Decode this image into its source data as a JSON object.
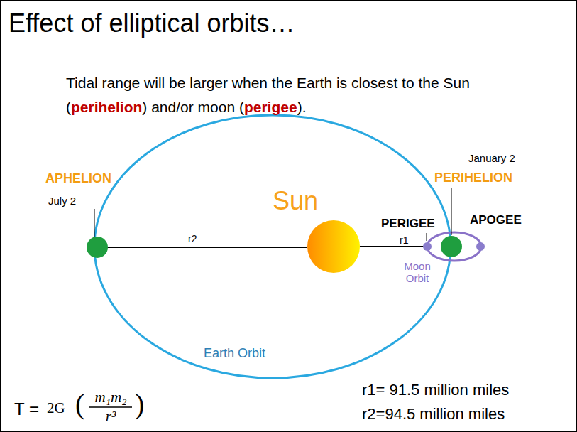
{
  "diagram": {
    "title": "Effect of elliptical orbits…",
    "labels": [
      "Tidal range will be larger when the Earth is closest to the Sun (",
      "perihelion",
      ") and/or moon (",
      "perigee",
      ").",
      "APHELION",
      "July 2",
      "Sun",
      "r2",
      "January 2",
      "PERIHELION",
      "PERIGEE",
      "APOGEE",
      "r1",
      "Moon Orbit",
      "Earth Orbit",
      "T =",
      "2G",
      "(",
      "m₁m₂",
      "r³",
      ")",
      "r1= 91.5 million miles",
      "r2=94.5 million miles"
    ]
  }
}
